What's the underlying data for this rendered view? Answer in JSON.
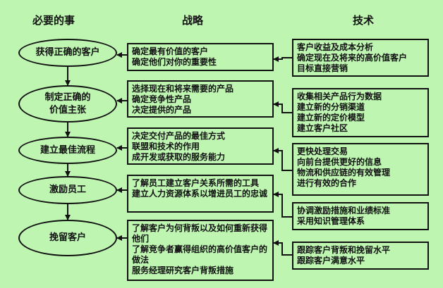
{
  "headers": {
    "necessary": "必要的事",
    "strategy": "战略",
    "technique": "技术"
  },
  "rows": [
    {
      "node": "获得正确的客户",
      "strategy": [
        "确定最有价值的客户",
        "确定他们对你的重要性"
      ],
      "technique": [
        "客户收益及成本分析",
        "确定现在及将来的高价值客户",
        "目标直接营销"
      ]
    },
    {
      "node": "制定正确的价值主张",
      "strategy": [
        "选择现在和将来需要的产品",
        "确定竞争性产品",
        "决定提供的产品"
      ],
      "technique": [
        "收集相关产品行为数据",
        "建立新的分销渠道",
        "建立新的定价模型",
        "建立客户社区"
      ]
    },
    {
      "node": "建立最佳流程",
      "strategy": [
        "决定交付产品的最佳方式",
        "联盟和技术的作用",
        "成开发或获取的服务能力"
      ],
      "technique": [
        "更快处理交易",
        "向前台提供更好的信息",
        "物流和供应链的有效管理",
        "进行有效的合作"
      ]
    },
    {
      "node": "激励员工",
      "strategy": [
        "了解员工建立客户关系所需的工具",
        "建立人力资源体系以增进员工的忠诚"
      ],
      "technique": [
        "协调激励措施和业绩标准",
        "采用知识管理体系"
      ]
    },
    {
      "node": "挽留客户",
      "strategy": [
        "了解客户为何背叛以及如何重新获得他们",
        "了解竞争者赢得组织的高价值客户的做法",
        "服务经理研究客户背叛措施"
      ],
      "technique": [
        "跟踪客户背叛和挽留水平",
        "跟踪客户满意水平"
      ]
    }
  ]
}
